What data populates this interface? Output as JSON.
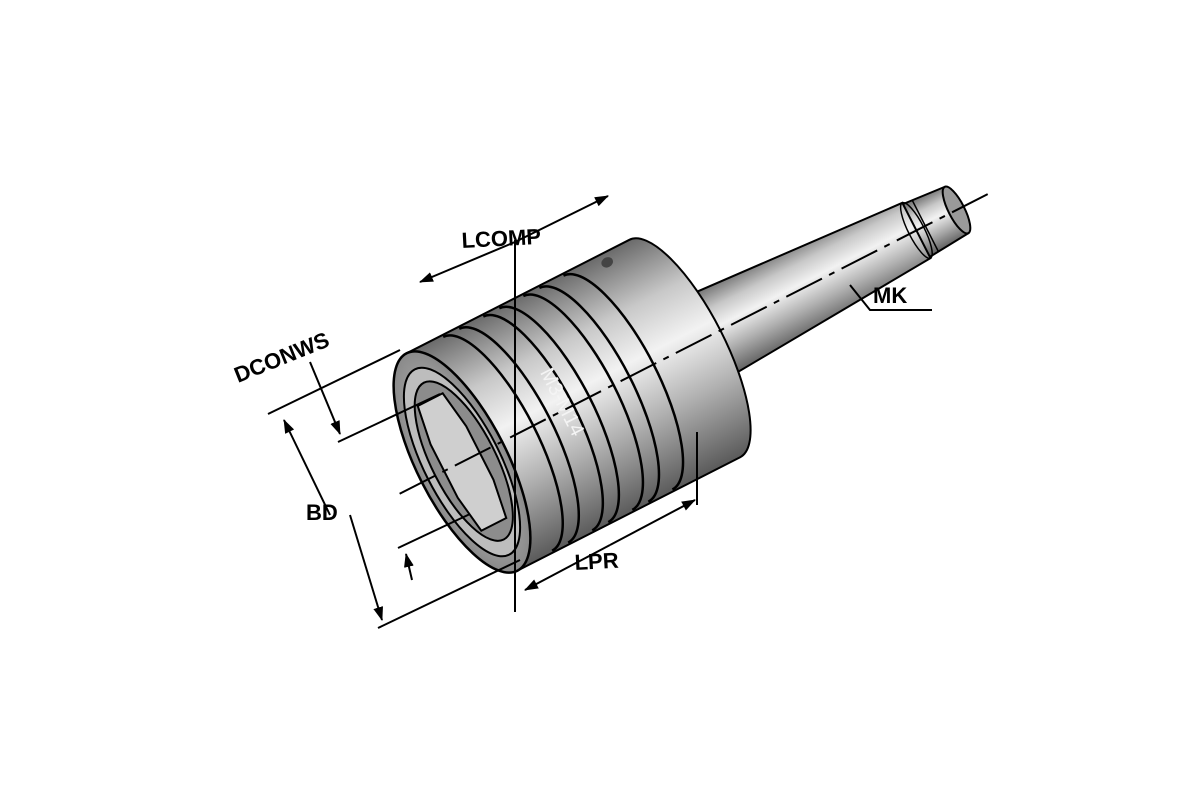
{
  "title": "Tap chuck with Morse taper shank - dimension diagram",
  "labels": {
    "lcomp": "LCOMP",
    "dconws": "DCONWS",
    "bd": "BD",
    "lpr": "LPR",
    "mk": "MK"
  },
  "engraving": "M3-M14",
  "colors": {
    "metal_dark": "#5a5a5a",
    "metal_mid": "#a8a8a8",
    "metal_light": "#f0f0f0",
    "line": "#000000"
  }
}
